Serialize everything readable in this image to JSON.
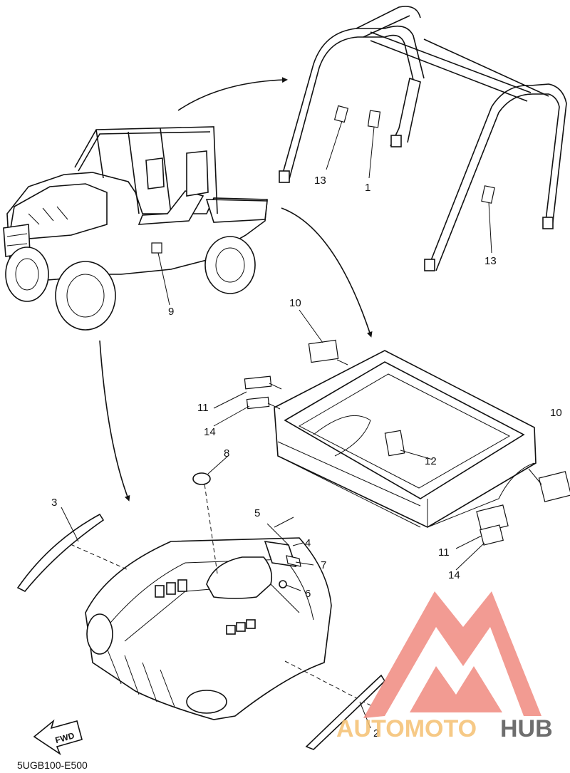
{
  "callouts": [
    {
      "id": "c1",
      "text": "1"
    },
    {
      "id": "c2",
      "text": "2"
    },
    {
      "id": "c3",
      "text": "3"
    },
    {
      "id": "c4",
      "text": "4"
    },
    {
      "id": "c5",
      "text": "5"
    },
    {
      "id": "c6",
      "text": "6"
    },
    {
      "id": "c7",
      "text": "7"
    },
    {
      "id": "c8",
      "text": "8"
    },
    {
      "id": "c9",
      "text": "9"
    },
    {
      "id": "c10a",
      "text": "10"
    },
    {
      "id": "c10b",
      "text": "10"
    },
    {
      "id": "c11a",
      "text": "11"
    },
    {
      "id": "c11b",
      "text": "11"
    },
    {
      "id": "c12",
      "text": "12"
    },
    {
      "id": "c13a",
      "text": "13"
    },
    {
      "id": "c13b",
      "text": "13"
    },
    {
      "id": "c14a",
      "text": "14"
    },
    {
      "id": "c14b",
      "text": "14"
    }
  ],
  "fwd_label": "FWD",
  "diagram_code": "5UGB100-E500",
  "watermark": {
    "brand_part1": "AUTOMOTO",
    "brand_part2": "HUB",
    "color_primary": "#f08a80",
    "color_secondary": "#f5c071",
    "color_dark": "#555555"
  }
}
